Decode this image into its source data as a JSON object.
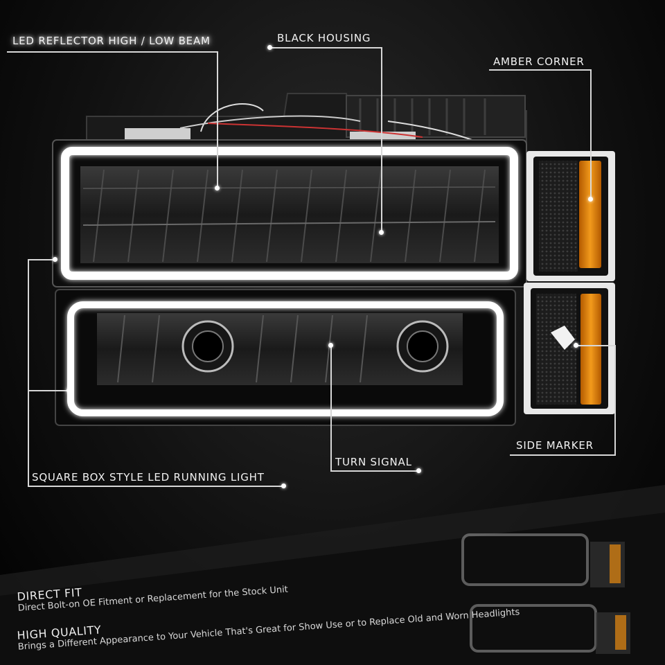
{
  "callouts": {
    "led_reflector": "LED REFLECTOR HIGH / LOW BEAM",
    "black_housing": "BLACK HOUSING",
    "amber_corner": "AMBER CORNER",
    "side_marker": "SIDE MARKER",
    "turn_signal": "TURN SIGNAL",
    "running_light": "SQUARE BOX STYLE LED RUNNING LIGHT"
  },
  "features": [
    {
      "title": "DIRECT FIT",
      "text": "Direct Bolt-on OE Fitment or Replacement for the Stock Unit"
    },
    {
      "title": "HIGH QUALITY",
      "text": "Brings a Different Appearance to Your Vehicle That's Great for Show Use or to Replace Old and Worn Headlights"
    }
  ],
  "colors": {
    "amber": "#e88a10",
    "led_glow": "#ffffff",
    "housing": "#0d0d0d"
  },
  "icons": [
    "headlight-assembly",
    "corner-lamp",
    "side-marker-lamp"
  ]
}
